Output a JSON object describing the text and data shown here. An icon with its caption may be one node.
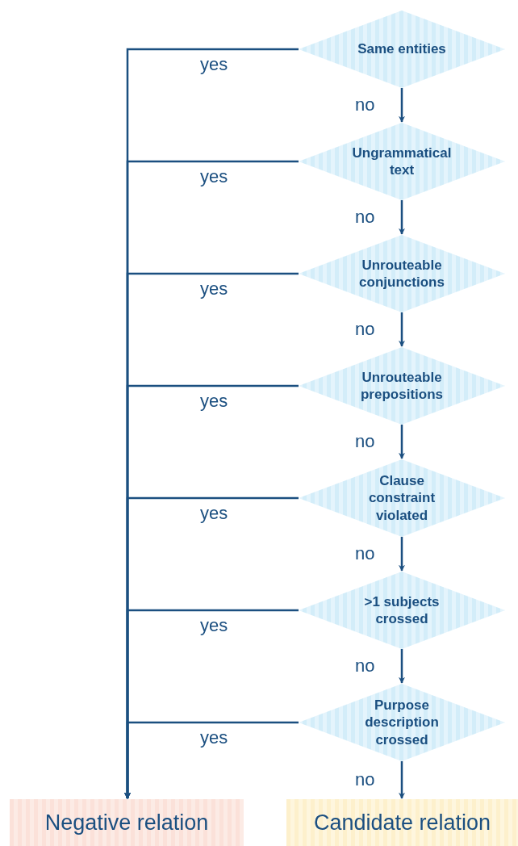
{
  "diagram": {
    "nodes": [
      {
        "text": [
          "Same entities"
        ]
      },
      {
        "text": [
          "Ungrammatical text"
        ]
      },
      {
        "text": [
          "Unrouteable conjunctions"
        ]
      },
      {
        "text": [
          "Unrouteable prepositions"
        ]
      },
      {
        "text": [
          "Clause constraint violated"
        ]
      },
      {
        "text": [
          ">1 subjects crossed"
        ]
      },
      {
        "text": [
          "Purpose description crossed"
        ]
      },
      {
        "text": [
          "Negative relation"
        ]
      },
      {
        "text": [
          "Candidate relation"
        ]
      }
    ],
    "edges": [
      {
        "from": 0,
        "to": 7,
        "label": "yes",
        "arrow": "to"
      },
      {
        "from": 0,
        "to": 1,
        "label": "no",
        "arrow": "to"
      },
      {
        "from": 1,
        "to": 7,
        "label": "yes",
        "arrow": "to"
      },
      {
        "from": 1,
        "to": 2,
        "label": "no",
        "arrow": "to"
      },
      {
        "from": 2,
        "to": 7,
        "label": "yes",
        "arrow": "to"
      },
      {
        "from": 2,
        "to": 3,
        "label": "no",
        "arrow": "to"
      },
      {
        "from": 3,
        "to": 7,
        "label": "yes",
        "arrow": "to"
      },
      {
        "from": 3,
        "to": 4,
        "label": "no",
        "arrow": "to"
      },
      {
        "from": 4,
        "to": 7,
        "label": "yes",
        "arrow": "to"
      },
      {
        "from": 4,
        "to": 5,
        "label": "no",
        "arrow": "to"
      },
      {
        "from": 5,
        "to": 7,
        "label": "yes",
        "arrow": "to"
      },
      {
        "from": 5,
        "to": 6,
        "label": "no",
        "arrow": "to"
      },
      {
        "from": 6,
        "to": 7,
        "label": "yes",
        "arrow": "to"
      },
      {
        "from": 6,
        "to": 8,
        "label": "no",
        "arrow": "to"
      }
    ]
  }
}
